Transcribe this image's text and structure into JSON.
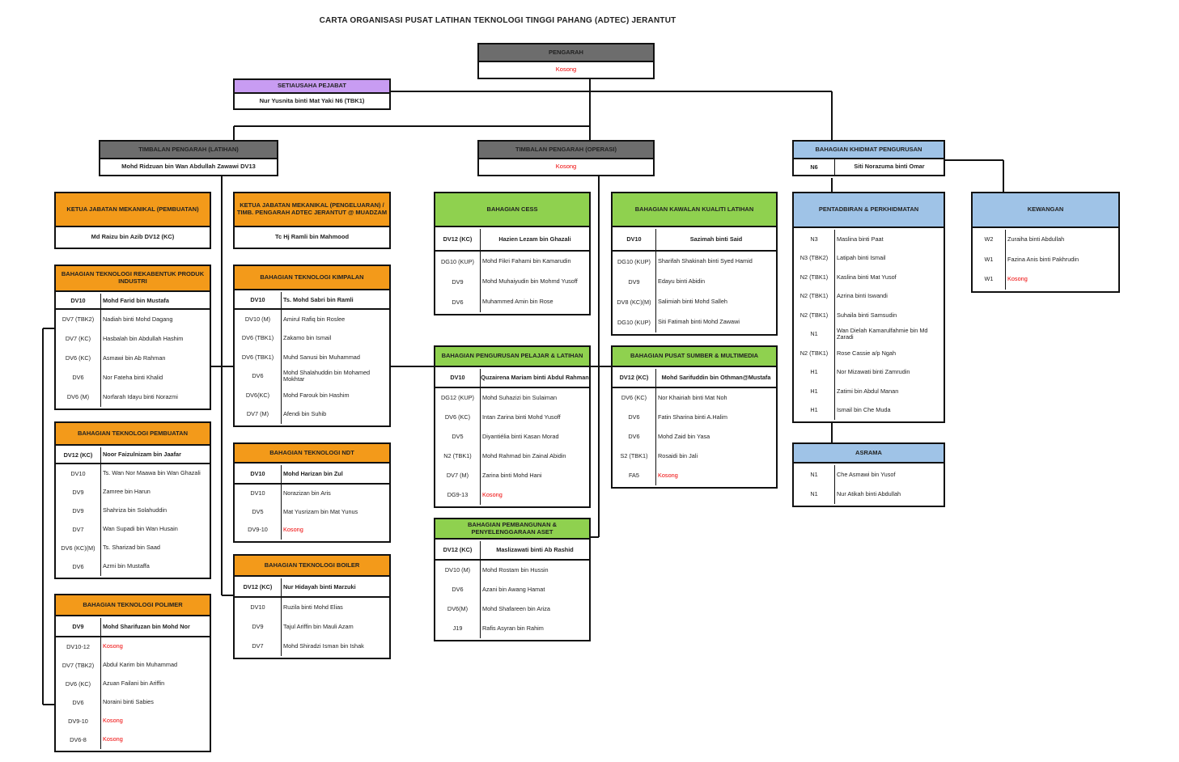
{
  "title": "CARTA ORGANISASI PUSAT LATIHAN TEKNOLOGI TINGGI PAHANG (ADTEC) JERANTUT",
  "vacant": "Kosong",
  "colors": {
    "director": "#6d6d6d",
    "secretary": "#c89cf2",
    "mechanical": "#f39a1a",
    "operations": "#8fd14f",
    "admin": "#9fc3e7",
    "vacant": "#ee0000"
  },
  "pengarah": {
    "title": "PENGARAH",
    "name": "Kosong"
  },
  "setiausaha": {
    "title": "SETIAUSAHA PEJABAT",
    "name": "Nur Yusnita binti Mat Yaki N6 (TBK1)"
  },
  "timbalan_latihan": {
    "title": "TIMBALAN PENGARAH (LATIHAN)",
    "name": "Mohd Ridzuan bin Wan Abdullah Zawawi DV13"
  },
  "timbalan_operasi": {
    "title": "TIMBALAN PENGARAH (OPERASI)",
    "name": "Kosong"
  },
  "khidmat": {
    "title": "BAHAGIAN KHIDMAT PENGURUSAN",
    "grade": "N6",
    "name": "Siti Norazuma binti Omar"
  },
  "ketua_pembuatan": {
    "title": "KETUA JABATAN MEKANIKAL (PEMBUATAN)",
    "name": "Md Raizu bin Azib  DV12 (KC)"
  },
  "ketua_pengeluaran": {
    "title": "KETUA JABATAN MEKANIKAL (PENGELUARAN) / TIMB. PENGARAH ADTEC JERANTUT @ MUADZAM",
    "name": "Tc Hj Ramli bin Mahmood"
  },
  "rekabentuk": {
    "title": "BAHAGIAN TEKNOLOGI REKABENTUK PRODUK INDUSTRI",
    "head": {
      "grade": "DV10",
      "name": "Mohd Farid bin Mustafa"
    },
    "rows": [
      {
        "grade": "DV7 (TBK2)",
        "name": "Nadiah binti Mohd Dagang"
      },
      {
        "grade": "DV7 (KC)",
        "name": "Hasbalah bin Abdullah Hashim"
      },
      {
        "grade": "DV6 (KC)",
        "name": "Asmawi bin Ab Rahman"
      },
      {
        "grade": "DV6",
        "name": "Nor Fateha binti Khalid"
      },
      {
        "grade": "DV6 (M)",
        "name": "Norfarah Idayu binti Norazmi"
      }
    ]
  },
  "pembuatan": {
    "title": "BAHAGIAN TEKNOLOGI PEMBUATAN",
    "head": {
      "grade": "DV12 (KC)",
      "name": "Noor Faizulnizam bin Jaafar"
    },
    "rows": [
      {
        "grade": "DV10",
        "name": "Ts. Wan Nor Maawa bin Wan Ghazali"
      },
      {
        "grade": "DV9",
        "name": "Zamree bin Harun"
      },
      {
        "grade": "DV9",
        "name": "Shahriza bin Solahuddin"
      },
      {
        "grade": "DV7",
        "name": "Wan Supadi bin Wan Husain"
      },
      {
        "grade": "DV6 (KC)(M)",
        "name": "Ts. Sharizad bin Saad"
      },
      {
        "grade": "DV6",
        "name": "Azmi bin Mustaffa"
      }
    ]
  },
  "polimer": {
    "title": "BAHAGIAN TEKNOLOGI POLIMER",
    "head": {
      "grade": "DV9",
      "name": "Mohd Sharifuzan bin Mohd Nor"
    },
    "rows": [
      {
        "grade": "DV10-12",
        "name": "Kosong"
      },
      {
        "grade": "DV7 (TBK2)",
        "name": "Abdul Karim bin Muhammad"
      },
      {
        "grade": "DV6 (KC)",
        "name": "Azuan Failani bin Ariffin"
      },
      {
        "grade": "DV6",
        "name": "Noraini binti Sabies"
      },
      {
        "grade": "DV9-10",
        "name": "Kosong"
      },
      {
        "grade": "DV6-8",
        "name": "Kosong"
      }
    ]
  },
  "kimpalan": {
    "title": "BAHAGIAN TEKNOLOGI KIMPALAN",
    "head": {
      "grade": "DV10",
      "name": "Ts. Mohd Sabri bin Ramli"
    },
    "rows": [
      {
        "grade": "DV10 (M)",
        "name": "Amirul Rafiq bin Roslee"
      },
      {
        "grade": "DV6 (TBK1)",
        "name": "Zakamo bin Ismail"
      },
      {
        "grade": "DV6 (TBK1)",
        "name": "Muhd Sanusi bin Muhammad"
      },
      {
        "grade": "DV6",
        "name": "Mohd Shalahuddin bin Mohamed Mokhtar"
      },
      {
        "grade": "DV6(KC)",
        "name": "Mohd Farouk bin Hashim"
      },
      {
        "grade": "DV7 (M)",
        "name": "Afendi bin Suhib"
      }
    ]
  },
  "ndt": {
    "title": "BAHAGIAN TEKNOLOGI NDT",
    "head": {
      "grade": "DV10",
      "name": "Mohd Harizan bin Zul"
    },
    "rows": [
      {
        "grade": "DV10",
        "name": "Norazizan bin Aris"
      },
      {
        "grade": "DV5",
        "name": "Mat Yusrizam bin Mat Yunus"
      },
      {
        "grade": "DV9-10",
        "name": "Kosong"
      }
    ]
  },
  "boiler": {
    "title": "BAHAGIAN TEKNOLOGI BOILER",
    "head": {
      "grade": "DV12 (KC)",
      "name": "Nur Hidayah binti Marzuki"
    },
    "rows": [
      {
        "grade": "DV10",
        "name": "Ruzila binti Mohd Elias"
      },
      {
        "grade": "DV9",
        "name": "Tajul Ariffin bin Mauli Azam"
      },
      {
        "grade": "DV7",
        "name": "Mohd Shiradzi Isman bin Ishak"
      }
    ]
  },
  "cess": {
    "title": "BAHAGIAN CESS",
    "head": {
      "grade": "DV12 (KC)",
      "name": "Hazien Lezam bin Ghazali"
    },
    "rows": [
      {
        "grade": "DG10 (KUP)",
        "name": "Mohd Fikri Fahami bin Kamarudin"
      },
      {
        "grade": "DV9",
        "name": "Mohd Muhaiyudin bin Mohmd Yusoff"
      },
      {
        "grade": "DV6",
        "name": "Muhammed Amin bin Rose"
      }
    ]
  },
  "kualiti": {
    "title": "BAHAGIAN KAWALAN KUALITI LATIHAN",
    "head": {
      "grade": "DV10",
      "name": "Sazimah binti Said"
    },
    "rows": [
      {
        "grade": "DG10 (KUP)",
        "name": "Sharifah Shakinah binti Syed Hamid"
      },
      {
        "grade": "DV9",
        "name": "Edayu binti Abidin"
      },
      {
        "grade": "DV8 (KC)(M)",
        "name": "Salimiah binti Mohd Salleh"
      },
      {
        "grade": "DG10 (KUP)",
        "name": "Siti Fatimah binti Mohd Zawawi"
      }
    ]
  },
  "pelajar": {
    "title": "BAHAGIAN PENGURUSAN PELAJAR & LATIHAN",
    "head": {
      "grade": "DV10",
      "name": "Quzairena Mariam binti Abdul Rahman"
    },
    "rows": [
      {
        "grade": "DG12 (KUP)",
        "name": "Mohd Suhazizi bin Sulaiman"
      },
      {
        "grade": "DV6 (KC)",
        "name": "Intan Zarina binti Mohd Yusoff"
      },
      {
        "grade": "DV5",
        "name": "Diyantiélia binti Kasan Morad"
      },
      {
        "grade": "N2 (TBK1)",
        "name": "Mohd Rahmad bin Zainal Abidin"
      },
      {
        "grade": "DV7 (M)",
        "name": "Zarina binti Mohd Hani"
      },
      {
        "grade": "DG9-13",
        "name": "Kosong"
      }
    ]
  },
  "sumber": {
    "title": "BAHAGIAN PUSAT SUMBER & MULTIMEDIA",
    "head": {
      "grade": "DV12 (KC)",
      "name": "Mohd Sarifuddin bin Othman@Mustafa"
    },
    "rows": [
      {
        "grade": "DV6 (KC)",
        "name": "Nor Khairiah binti Mat Noh"
      },
      {
        "grade": "DV6",
        "name": "Fatin Sharina binti A.Halim"
      },
      {
        "grade": "DV6",
        "name": "Mohd Zaid bin Yasa"
      },
      {
        "grade": "S2 (TBK1)",
        "name": "Rosaidi bin Jali"
      },
      {
        "grade": "FA5",
        "name": "Kosong"
      }
    ]
  },
  "aset": {
    "title": "BAHAGIAN PEMBANGUNAN & PENYELENGGARAAN ASET",
    "head": {
      "grade": "DV12 (KC)",
      "name": "Maslizawati binti Ab Rashid"
    },
    "rows": [
      {
        "grade": "DV10 (M)",
        "name": "Mohd Rostam bin Hussin"
      },
      {
        "grade": "DV6",
        "name": "Azani bin Awang Hamat"
      },
      {
        "grade": "DV6(M)",
        "name": "Mohd Shafareen bin Ariza"
      },
      {
        "grade": "J19",
        "name": "Rafis Asyran bin Rahim"
      }
    ]
  },
  "pentadbiran": {
    "title": "PENTADBIRAN & PERKHIDMATAN",
    "rows": [
      {
        "grade": "N3",
        "name": "Maslina binti Paat"
      },
      {
        "grade": "N3 (TBK2)",
        "name": "Latipah binti Ismail"
      },
      {
        "grade": "N2 (TBK1)",
        "name": "Kaslina binti Mat Yusof"
      },
      {
        "grade": "N2 (TBK1)",
        "name": "Azrina binti Iswandi"
      },
      {
        "grade": "N2 (TBK1)",
        "name": "Suhaila binti Samsudin"
      },
      {
        "grade": "N1",
        "name": "Wan Dielah Kamarulfahmie bin Md Zaradi"
      },
      {
        "grade": "N2 (TBK1)",
        "name": "Rose Cassie a/p Ngah"
      },
      {
        "grade": "H1",
        "name": "Nor Mizawati binti Zamrudin"
      },
      {
        "grade": "H1",
        "name": "Zatimi bin Abdul Manan"
      },
      {
        "grade": "H1",
        "name": "Ismail bin Che Muda"
      }
    ]
  },
  "asrama": {
    "title": "ASRAMA",
    "rows": [
      {
        "grade": "N1",
        "name": "Che Asmawi bin Yusof"
      },
      {
        "grade": "N1",
        "name": "Nur Atikah binti Abdullah"
      }
    ]
  },
  "kewangan": {
    "title": "KEWANGAN",
    "rows": [
      {
        "grade": "W2",
        "name": "Zuraiha binti Abdullah"
      },
      {
        "grade": "W1",
        "name": "Fazina Anis binti Pakhrudin"
      },
      {
        "grade": "W1",
        "name": "Kosong"
      }
    ]
  }
}
